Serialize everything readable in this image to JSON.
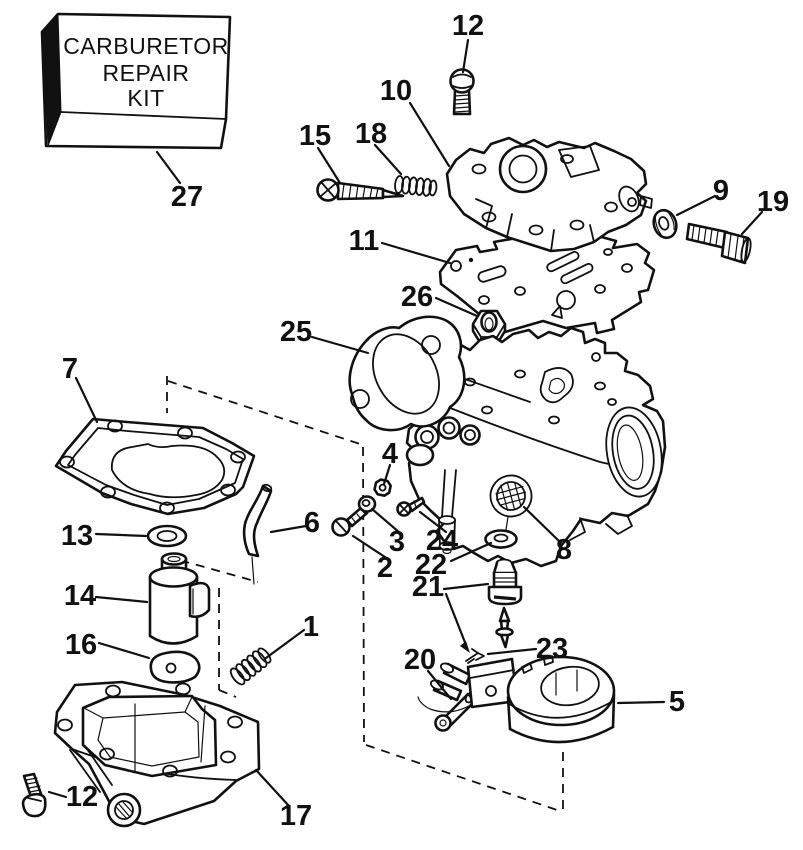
{
  "kit_box": {
    "line1": "CARBURETOR",
    "line2": "REPAIR",
    "line3": "KIT"
  },
  "labels": {
    "n1": "1",
    "n2": "2",
    "n3": "3",
    "n4": "4",
    "n5": "5",
    "n6": "6",
    "n7": "7",
    "n8": "8",
    "n9": "9",
    "n10": "10",
    "n11": "11",
    "n12_top": "12",
    "n12_bottom": "12",
    "n13": "13",
    "n14": "14",
    "n15": "15",
    "n16": "16",
    "n17": "17",
    "n18": "18",
    "n19": "19",
    "n20": "20",
    "n21": "21",
    "n22": "22",
    "n23": "23",
    "n24": "24",
    "n25": "25",
    "n26": "26",
    "n27": "27"
  },
  "colors": {
    "background": "#ffffff",
    "line": "#111111"
  }
}
